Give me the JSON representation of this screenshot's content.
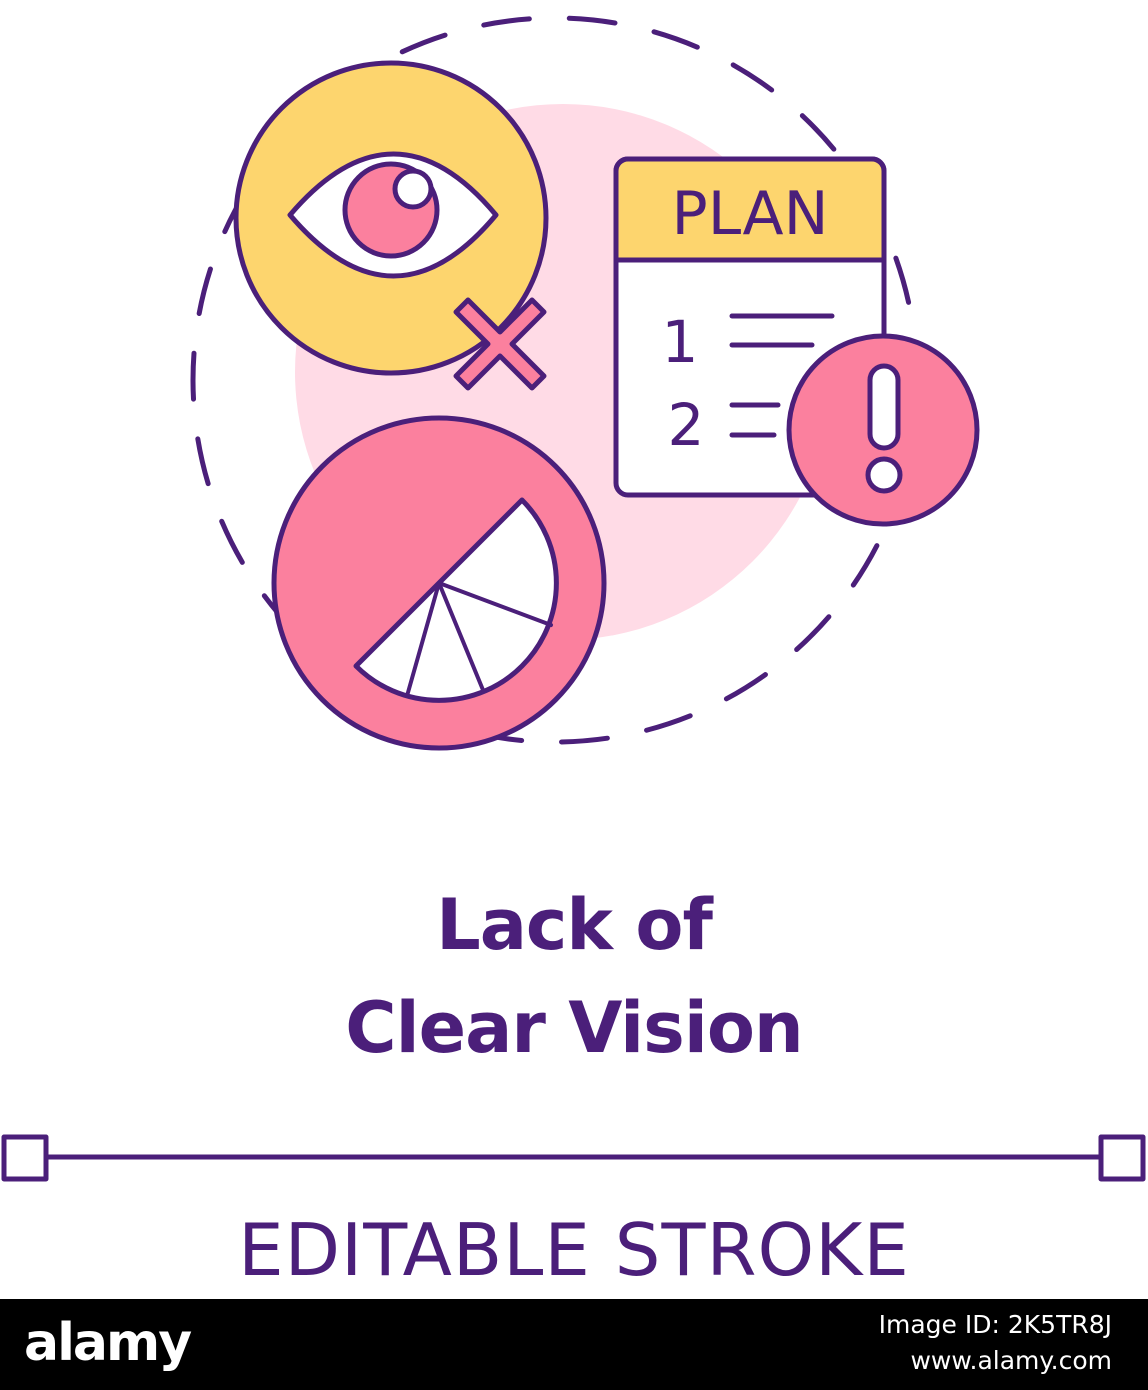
{
  "illustration": {
    "plan_label": "PLAN",
    "list_numbers": [
      "1",
      "2"
    ],
    "icons": [
      "eye-icon",
      "cross-icon",
      "plan-document-icon",
      "exclamation-icon",
      "pie-chart-icon"
    ],
    "colors": {
      "outline": "#4b1f7a",
      "yellow": "#fdd56e",
      "pink": "#fb809e",
      "light_pink": "#ffdbe6",
      "white": "#ffffff"
    }
  },
  "caption": {
    "line1": "Lack of",
    "line2": "Clear Vision"
  },
  "stroke_label": "EDITABLE STROKE",
  "footer": {
    "logo": "alamy",
    "image_id": "Image ID: 2K5TR8J",
    "site": "www.alamy.com"
  }
}
